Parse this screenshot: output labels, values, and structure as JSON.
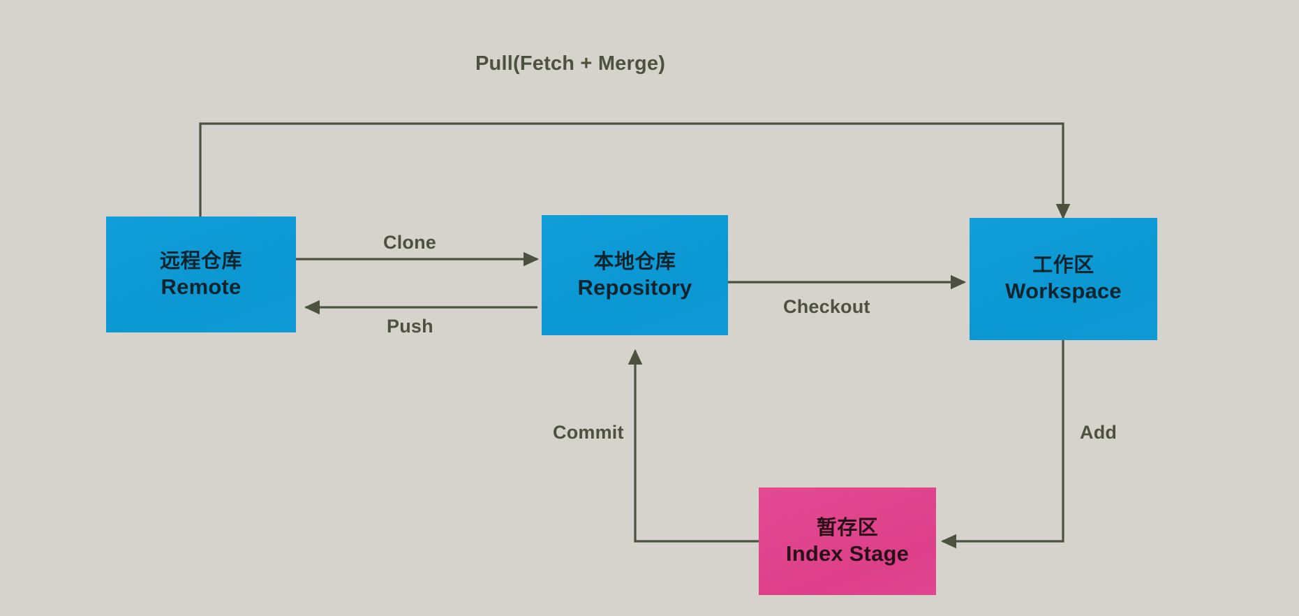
{
  "diagram": {
    "title_label": "Pull(Fetch + Merge)",
    "background_color": "#d5d3cb",
    "node_blue_color": "#0d9bd7",
    "node_pink_color": "#e0468f",
    "edge_color": "#4c5140",
    "nodes": [
      {
        "id": "remote",
        "zh": "远程仓库",
        "en": "Remote",
        "color": "#0d9bd7"
      },
      {
        "id": "repository",
        "zh": "本地仓库",
        "en": "Repository",
        "color": "#0d9bd7"
      },
      {
        "id": "workspace",
        "zh": "工作区",
        "en": "Workspace",
        "color": "#0d9bd7"
      },
      {
        "id": "index_stage",
        "zh": "暂存区",
        "en": "Index Stage",
        "color": "#e0468f"
      }
    ],
    "edges": [
      {
        "id": "pull",
        "label": "Pull(Fetch + Merge)",
        "from": "remote",
        "to": "workspace"
      },
      {
        "id": "clone",
        "label": "Clone",
        "from": "remote",
        "to": "repository"
      },
      {
        "id": "push",
        "label": "Push",
        "from": "repository",
        "to": "remote"
      },
      {
        "id": "checkout",
        "label": "Checkout",
        "from": "repository",
        "to": "workspace"
      },
      {
        "id": "add",
        "label": "Add",
        "from": "workspace",
        "to": "index_stage"
      },
      {
        "id": "commit",
        "label": "Commit",
        "from": "index_stage",
        "to": "repository"
      }
    ]
  }
}
